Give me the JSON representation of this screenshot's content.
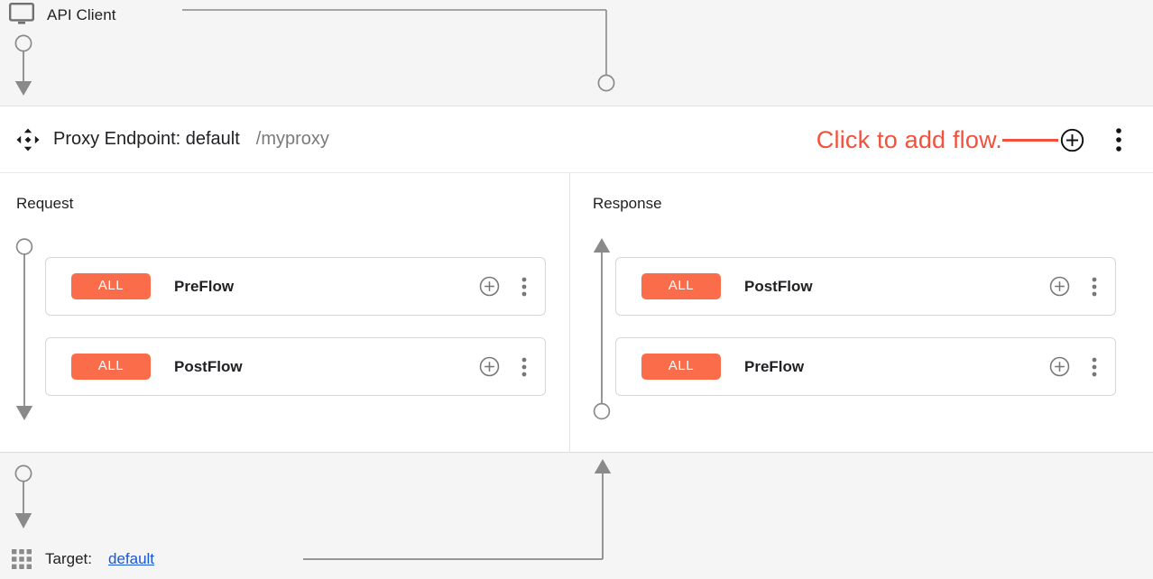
{
  "colors": {
    "annotation_red": "#f4503c",
    "badge_orange": "#fb6c4a",
    "link_blue": "#1a56d6",
    "connector_gray": "#8a8a8a",
    "panel_background": "#ffffff",
    "canvas_background": "#f5f5f5"
  },
  "top": {
    "icon": "monitor-icon",
    "label": "API Client"
  },
  "panel": {
    "drag_icon": "move-handle-icon",
    "title": "Proxy Endpoint: default",
    "basepath": "/myproxy",
    "annotation": "Click to add flow.",
    "add_flow_icon": "plus-circle-icon",
    "menu_icon": "kebab-menu-icon"
  },
  "columns": [
    {
      "title": "Request",
      "direction": "down",
      "flows": [
        {
          "badge": "ALL",
          "name": "PreFlow",
          "add_icon": "plus-circle-icon",
          "menu_icon": "kebab-menu-icon"
        },
        {
          "badge": "ALL",
          "name": "PostFlow",
          "add_icon": "plus-circle-icon",
          "menu_icon": "kebab-menu-icon"
        }
      ]
    },
    {
      "title": "Response",
      "direction": "up",
      "flows": [
        {
          "badge": "ALL",
          "name": "PostFlow",
          "add_icon": "plus-circle-icon",
          "menu_icon": "kebab-menu-icon"
        },
        {
          "badge": "ALL",
          "name": "PreFlow",
          "add_icon": "plus-circle-icon",
          "menu_icon": "kebab-menu-icon"
        }
      ]
    }
  ],
  "bottom": {
    "icon": "grid-apps-icon",
    "label": "Target:",
    "link": "default"
  }
}
